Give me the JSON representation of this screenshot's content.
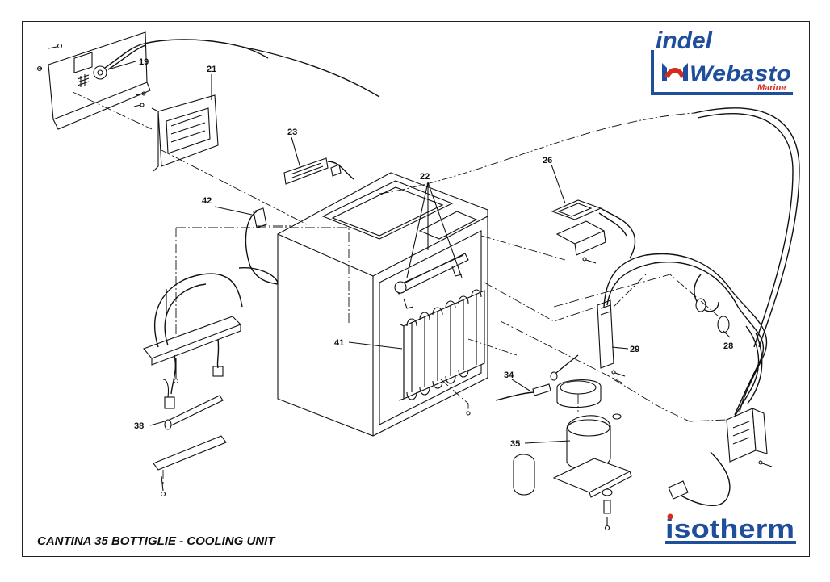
{
  "title": "CANTINA 35 BOTTIGLIE - COOLING UNIT",
  "logos": {
    "brand_top_line1": "indel",
    "brand_top_line2": "Webasto",
    "brand_top_line3": "Marine",
    "brand_bottom": "isotherm",
    "colors": {
      "blue": "#1f4f9c",
      "red": "#d52b1e"
    }
  },
  "callouts": {
    "c19": "19",
    "c21": "21",
    "c23": "23",
    "c22": "22",
    "c26": "26",
    "c42": "42",
    "c41": "41",
    "c29": "29",
    "c28": "28",
    "c34": "34",
    "c35": "35",
    "c38": "38"
  }
}
